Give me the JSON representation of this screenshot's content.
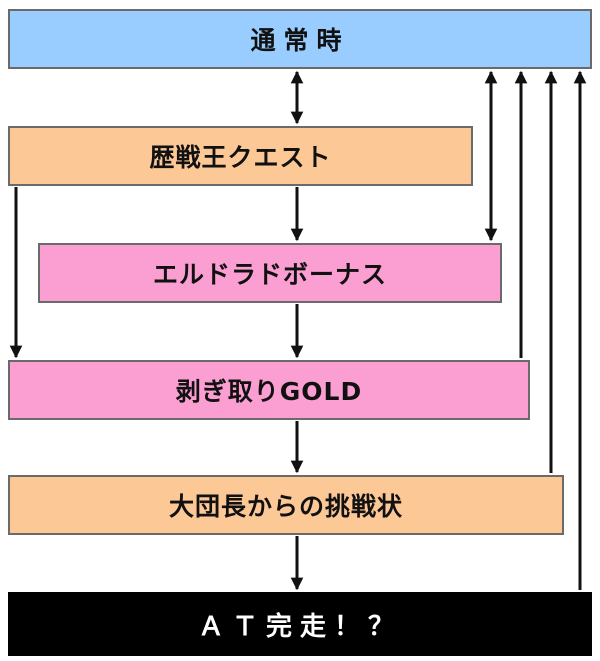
{
  "colors": {
    "normal": "#99ccff",
    "orange": "#fcc896",
    "pink": "#fb9fd2",
    "black": "#000000",
    "arrow": "#111111"
  },
  "nodes": {
    "normal": "通常時",
    "quest": "歴戦王クエスト",
    "eldorado": "エルドラドボーナス",
    "hagitori": "剥ぎ取りGOLD",
    "challenge": "大団長からの挑戦状",
    "at": "ＡＴ完走！？"
  }
}
